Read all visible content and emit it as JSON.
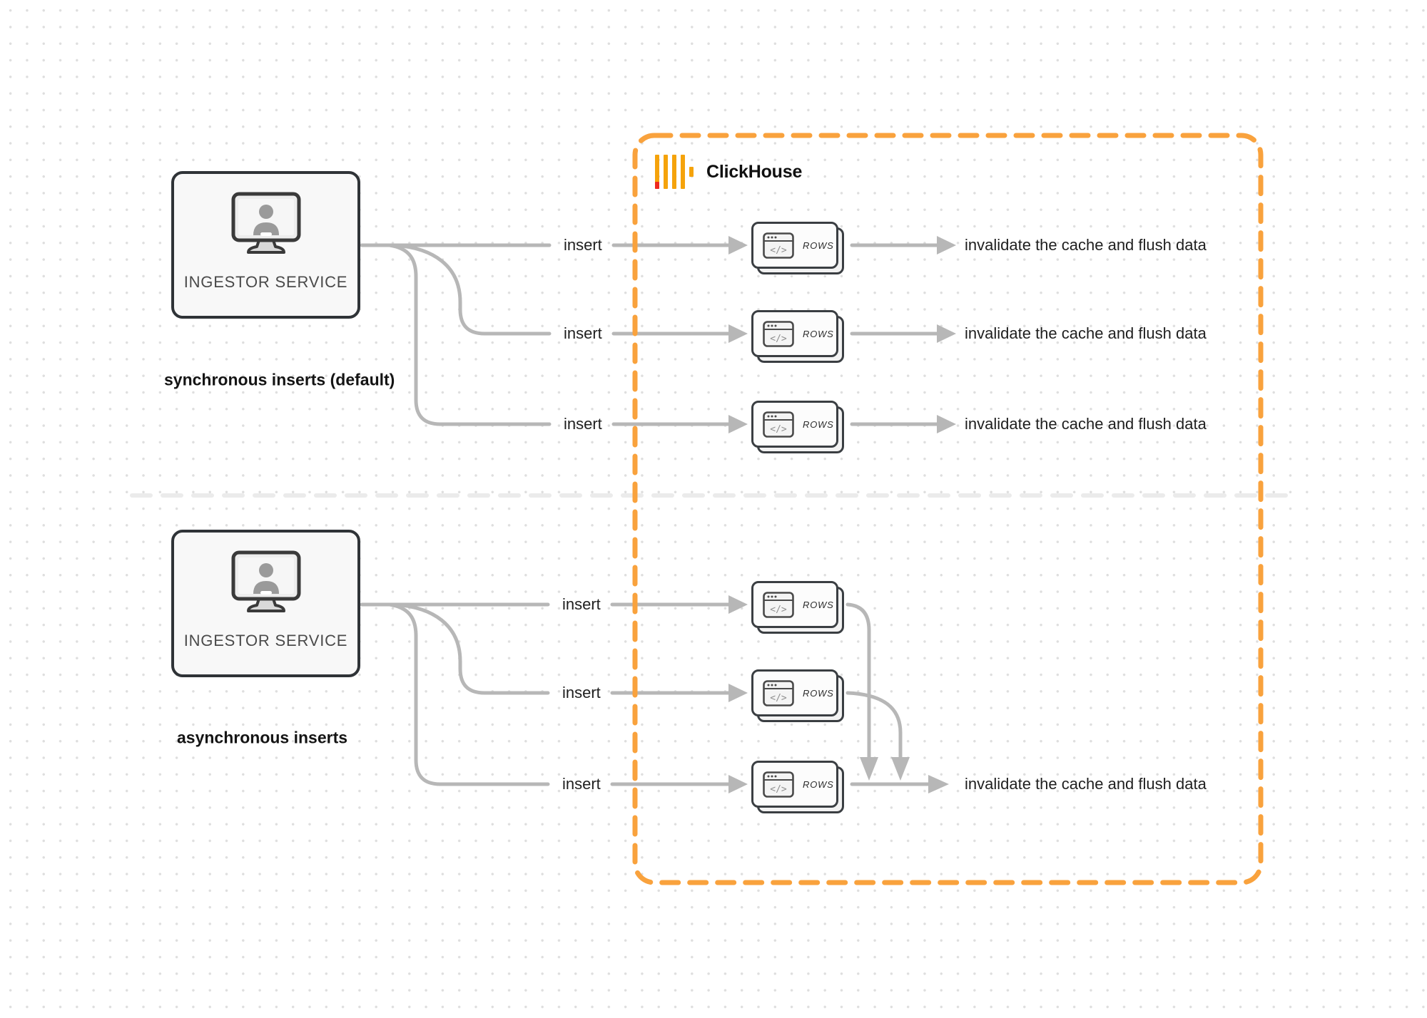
{
  "colors": {
    "accent_orange": "#F9A23D",
    "logo_amber": "#F5A30B",
    "logo_red": "#EE2A1F",
    "line_gray": "#B7B7B7",
    "divider_gray": "#EBEBEB",
    "box_border_dark": "#2F3337"
  },
  "clickhouse": {
    "label": "ClickHouse"
  },
  "sync": {
    "service_label": "INGESTOR SERVICE",
    "caption": "synchronous inserts (default)",
    "rows": [
      {
        "insert_label": "insert",
        "card_label": "ROWS",
        "result": "invalidate the cache and flush data"
      },
      {
        "insert_label": "insert",
        "card_label": "ROWS",
        "result": "invalidate the cache and flush data"
      },
      {
        "insert_label": "insert",
        "card_label": "ROWS",
        "result": "invalidate the cache and flush data"
      }
    ]
  },
  "async_section": {
    "service_label": "INGESTOR SERVICE",
    "caption": "asynchronous inserts",
    "rows": [
      {
        "insert_label": "insert",
        "card_label": "ROWS"
      },
      {
        "insert_label": "insert",
        "card_label": "ROWS"
      },
      {
        "insert_label": "insert",
        "card_label": "ROWS"
      }
    ],
    "result": "invalidate the cache and flush data"
  }
}
